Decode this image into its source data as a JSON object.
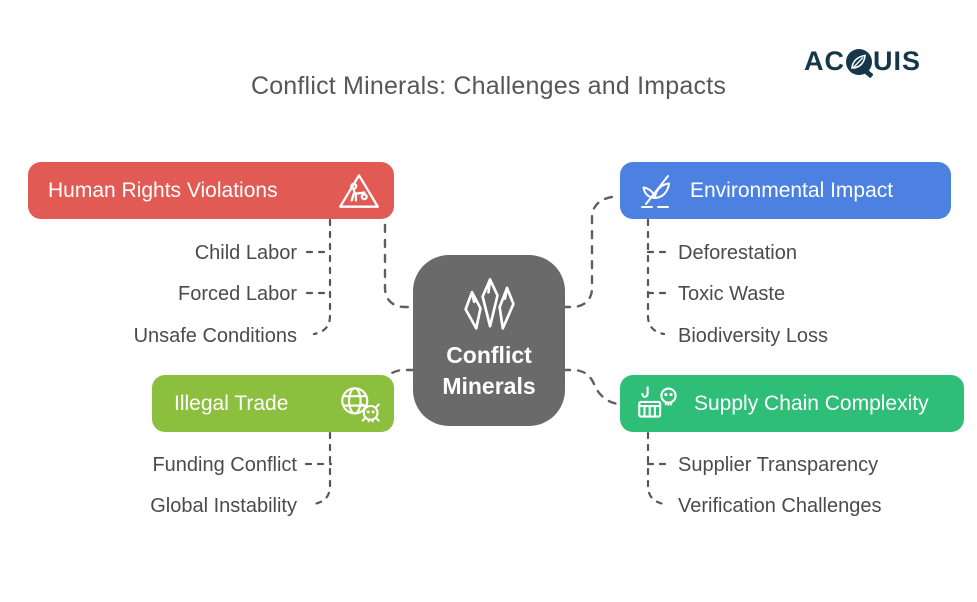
{
  "title": "Conflict Minerals: Challenges and Impacts",
  "logo": {
    "part1": "AC",
    "part2": "UIS",
    "color": "#14384a"
  },
  "center": {
    "line1": "Conflict",
    "line2": "Minerals",
    "color": "#6a6a6a",
    "icon": "crystals-icon"
  },
  "branches": [
    {
      "label": "Human Rights Violations",
      "color": "#e15a54",
      "icon": "child-labor-warning-icon",
      "children": [
        "Child Labor",
        "Forced Labor",
        "Unsafe Conditions"
      ]
    },
    {
      "label": "Illegal Trade",
      "color": "#8cbf3d",
      "icon": "globe-skull-icon",
      "children": [
        "Funding Conflict",
        "Global Instability"
      ]
    },
    {
      "label": "Environmental Impact",
      "color": "#4c80e1",
      "icon": "sprout-cut-icon",
      "children": [
        "Deforestation",
        "Toxic Waste",
        "Biodiversity Loss"
      ]
    },
    {
      "label": "Supply Chain Complexity",
      "color": "#2ebe78",
      "icon": "crane-skull-icon",
      "children": [
        "Supplier Transparency",
        "Verification Challenges"
      ]
    }
  ],
  "connector_color": "#5f5f5f"
}
